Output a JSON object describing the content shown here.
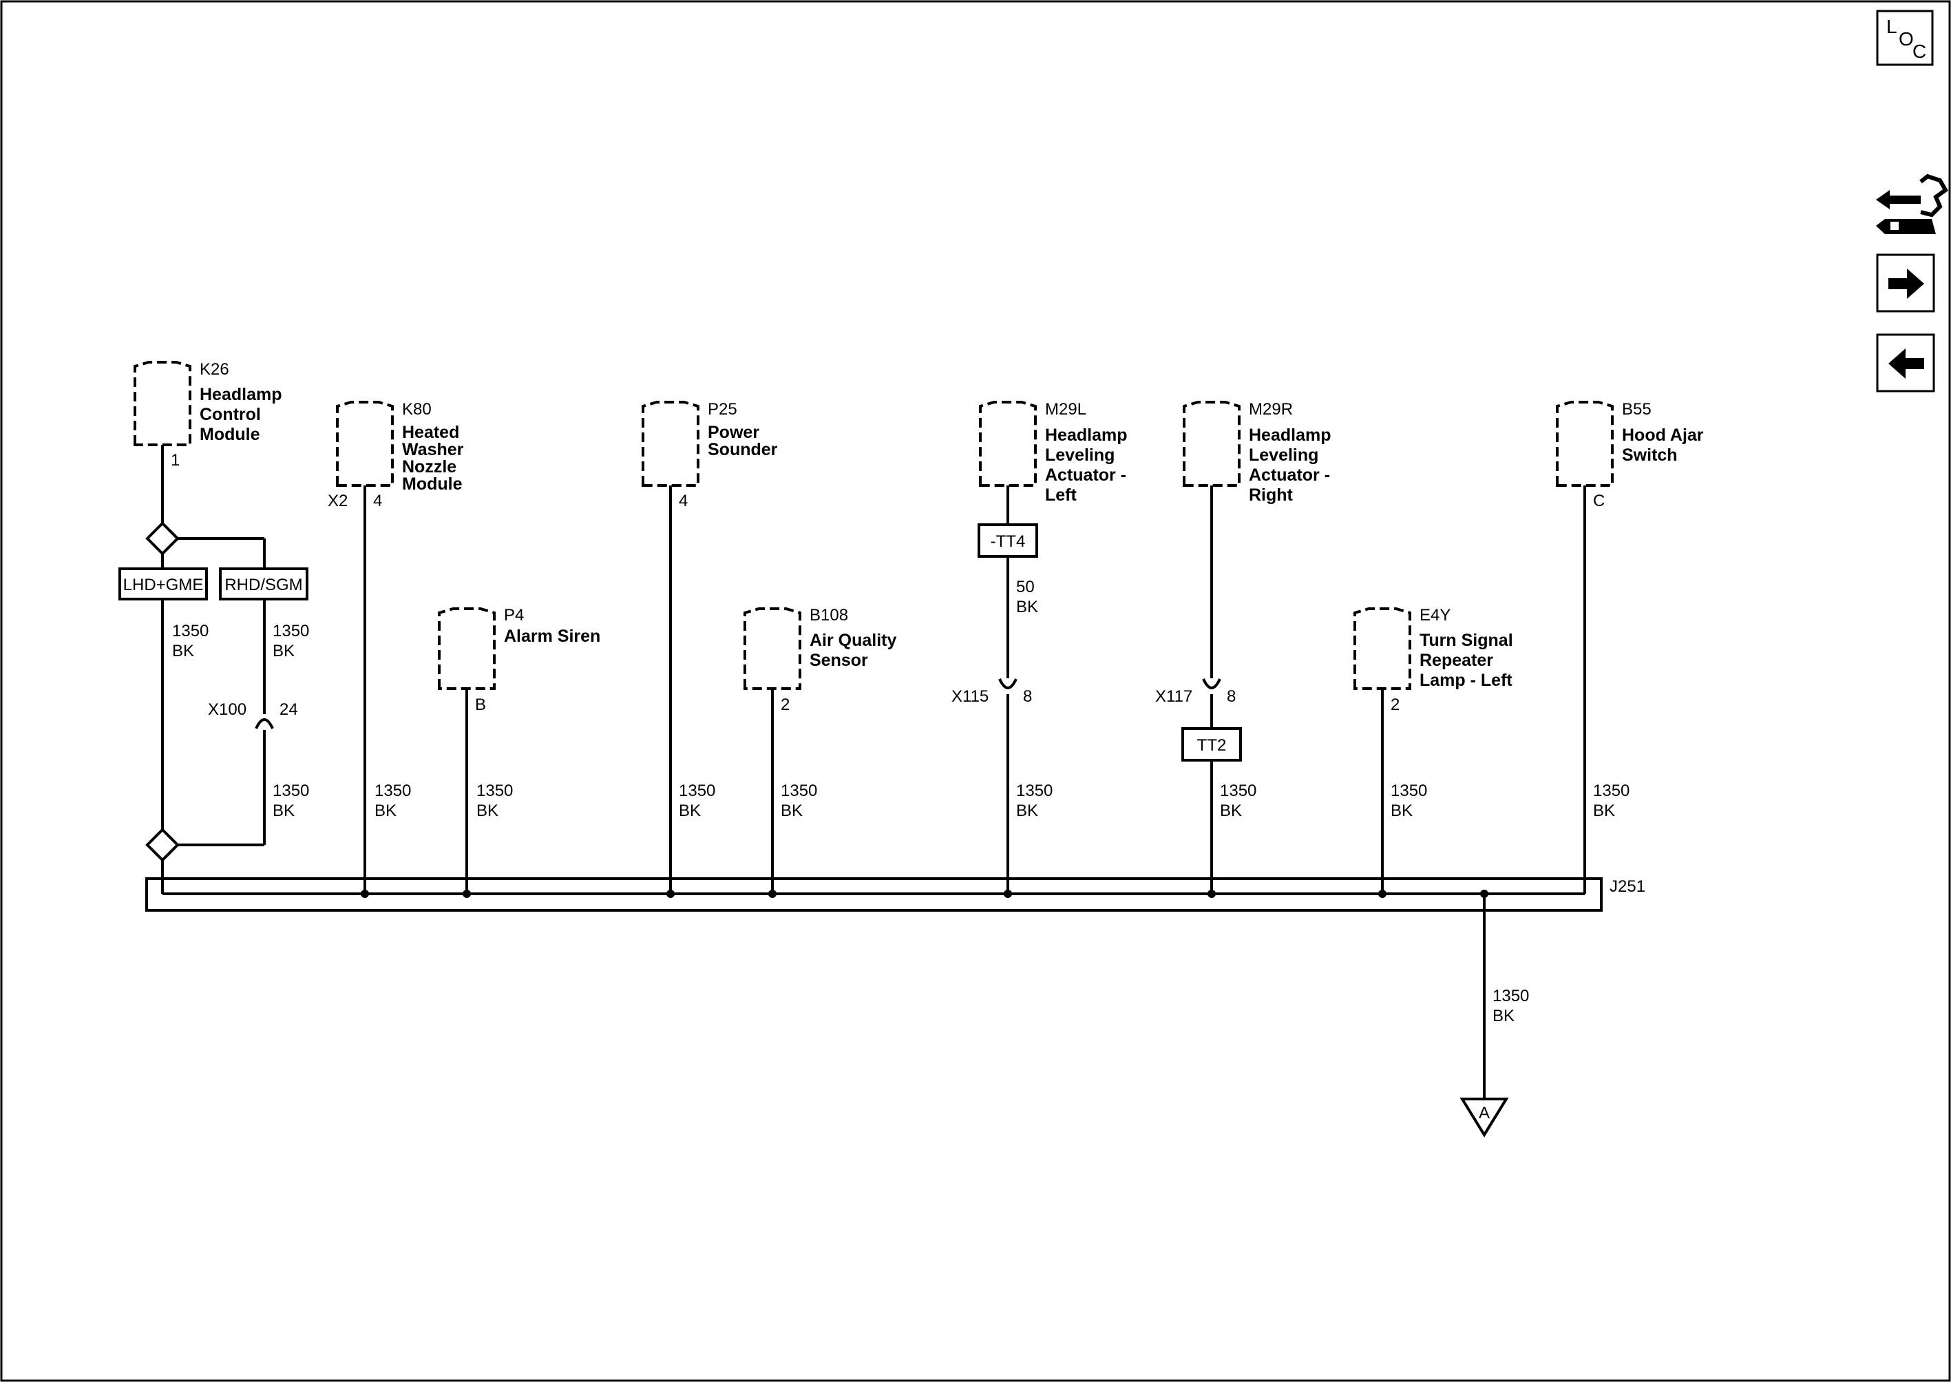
{
  "nav": {
    "loc": {
      "l": "L",
      "o": "O",
      "c": "C"
    }
  },
  "components": [
    {
      "id": "K26",
      "name": [
        "Headlamp",
        "Control",
        "Module"
      ],
      "pins": [
        "1"
      ]
    },
    {
      "id": "K80",
      "name": [
        "Heated",
        "Washer",
        "Nozzle",
        "Module"
      ],
      "pins": [
        "X2",
        "4"
      ]
    },
    {
      "id": "P4",
      "name": [
        "Alarm Siren"
      ],
      "pins": [
        "B"
      ]
    },
    {
      "id": "P25",
      "name": [
        "Power",
        "Sounder"
      ],
      "pins": [
        "4"
      ]
    },
    {
      "id": "B108",
      "name": [
        "Air Quality",
        "Sensor"
      ],
      "pins": [
        "2"
      ]
    },
    {
      "id": "M29L",
      "name": [
        "Headlamp",
        "Leveling",
        "Actuator -",
        "Left"
      ],
      "pins": []
    },
    {
      "id": "M29R",
      "name": [
        "Headlamp",
        "Leveling",
        "Actuator -",
        "Right"
      ],
      "pins": []
    },
    {
      "id": "E4Y",
      "name": [
        "Turn Signal",
        "Repeater",
        "Lamp - Left"
      ],
      "pins": [
        "2"
      ]
    },
    {
      "id": "B55",
      "name": [
        "Hood Ajar",
        "Switch"
      ],
      "pins": [
        "C"
      ]
    }
  ],
  "options": {
    "left": "LHD+GME",
    "right": "RHD/SGM"
  },
  "inline": [
    {
      "id": "X100",
      "pin": "24"
    },
    {
      "id": "X115",
      "pin": "8"
    },
    {
      "id": "X117",
      "pin": "8"
    }
  ],
  "terminals": {
    "m29l": "-TT4",
    "m29r": "TT2"
  },
  "wires": {
    "std": [
      "1350",
      "BK"
    ],
    "m29l_upper": [
      "50",
      "BK"
    ]
  },
  "splice": "J251",
  "ground": "A"
}
